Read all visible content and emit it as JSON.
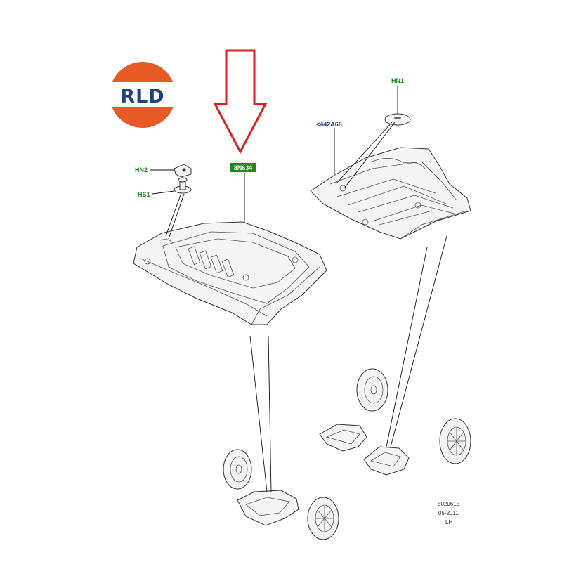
{
  "logo": {
    "text": "RLD",
    "ring_color": "#e85a25",
    "text_color": "#24427a"
  },
  "labels": {
    "hn1": "HN1",
    "hn2": "HN2",
    "hs1": "HS1",
    "part_ref": "8N634",
    "ref_442": "<442A68"
  },
  "highlight_color": "#1e8a1e",
  "arrow_color": "#e02020",
  "footer": {
    "code": "5020615",
    "date": "05-2011",
    "side": "LH"
  }
}
